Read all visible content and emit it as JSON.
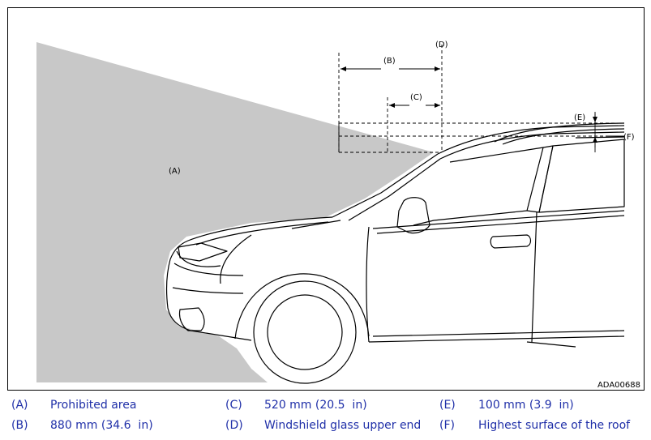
{
  "diagram": {
    "callouts": {
      "a": "(A)",
      "b": "(B)",
      "c": "(C)",
      "d": "(D)",
      "e": "(E)",
      "f": "(F)"
    },
    "figure_code": "ADA00688",
    "colors": {
      "prohibited_area": "#c8c8c8",
      "line": "#000000",
      "legend_text": "#1f2fa8"
    }
  },
  "legend": [
    {
      "key": "(A)",
      "text": "Prohibited area"
    },
    {
      "key": "(B)",
      "text": "880 mm (34.6  in)"
    },
    {
      "key": "(C)",
      "text": "520 mm (20.5  in)"
    },
    {
      "key": "(D)",
      "text": "Windshield glass upper end"
    },
    {
      "key": "(E)",
      "text": "100 mm (3.9  in)"
    },
    {
      "key": "(F)",
      "text": "Highest surface of the roof"
    }
  ]
}
